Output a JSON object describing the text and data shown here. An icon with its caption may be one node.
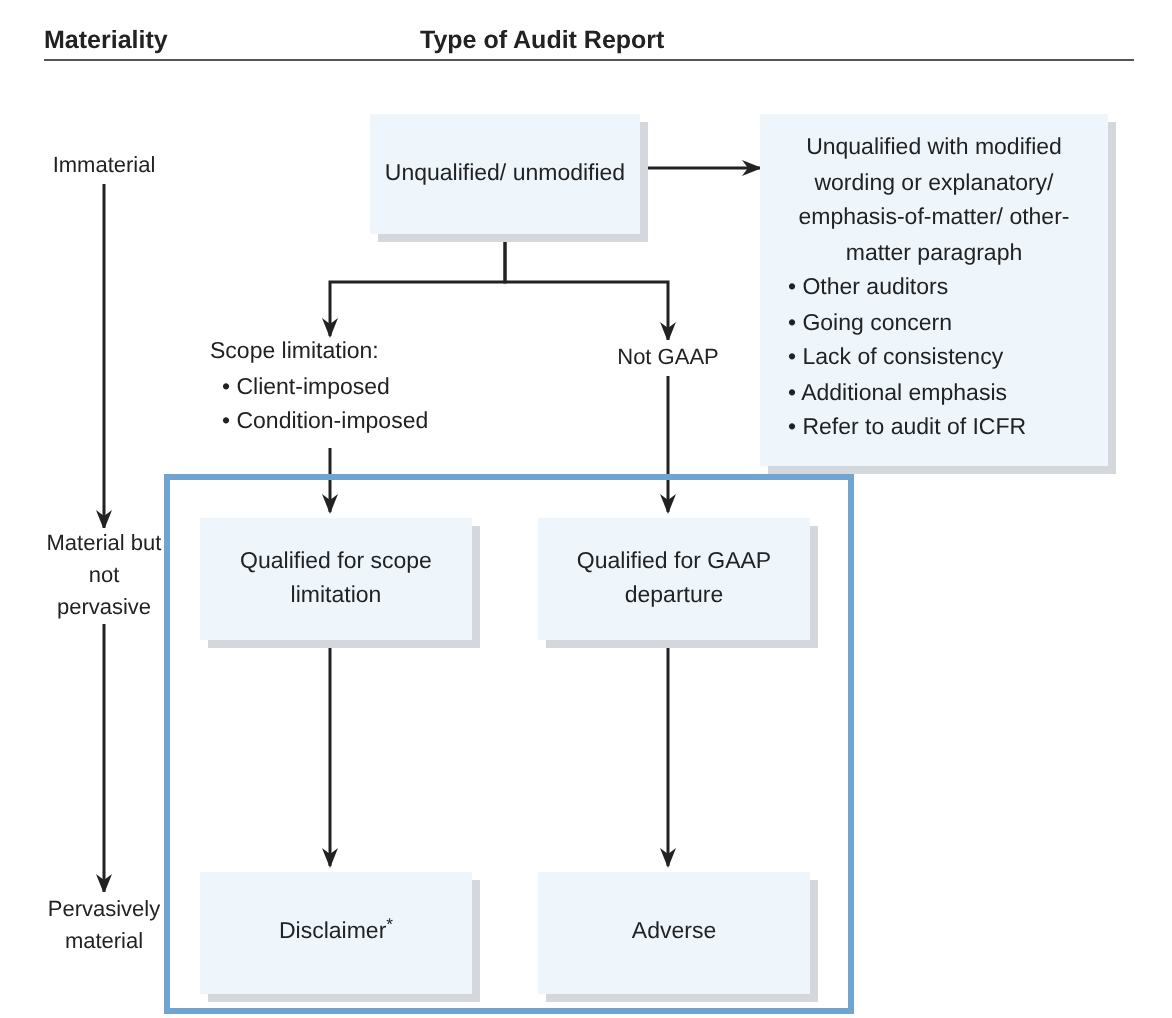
{
  "diagram": {
    "nodes": [
      {
        "text": [
          "Immaterial"
        ]
      },
      {
        "text": [
          "Material but not pervasive"
        ]
      },
      {
        "text": [
          "Pervasively material"
        ]
      },
      {
        "text": [
          "Unqualified/ unmodified"
        ]
      },
      {
        "text": [
          "Unqualified with modified wording or explanatory/ emphasis-of-matter/ other-matter paragraph",
          "• Other auditors",
          "• Going concern",
          "• Lack of consistency",
          "• Additional emphasis",
          "• Refer to audit of ICFR"
        ]
      },
      {
        "text": [
          "Scope limitation:",
          "• Client-imposed",
          "• Condition-imposed"
        ]
      },
      {
        "text": [
          "Not GAAP"
        ]
      },
      {
        "text": [],
        "shape": "box"
      },
      {
        "text": [
          "Qualified for scope limitation"
        ],
        "in": 7
      },
      {
        "text": [
          "Qualified for GAAP departure"
        ],
        "in": 7
      },
      {
        "text": [
          "Disclaimer$^{*}$"
        ],
        "in": 7
      },
      {
        "text": [
          "Adverse"
        ],
        "in": 7
      }
    ],
    "edges": [
      {
        "from": 0,
        "to": 1,
        "arrow": "to"
      },
      {
        "from": 1,
        "to": 2,
        "arrow": "to"
      },
      {
        "from": 3,
        "to": 4,
        "arrow": "to"
      },
      {
        "from": 3,
        "to": 5,
        "arrow": "to"
      },
      {
        "from": 3,
        "to": 6,
        "arrow": "to"
      },
      {
        "from": 5,
        "to": 8,
        "arrow": "to"
      },
      {
        "from": 6,
        "to": 9,
        "arrow": "to"
      },
      {
        "from": 8,
        "to": 10,
        "arrow": "to"
      },
      {
        "from": 9,
        "to": 11,
        "arrow": "to"
      }
    ],
    "labels": [
      "Materiality",
      "Type of Audit Report"
    ]
  }
}
